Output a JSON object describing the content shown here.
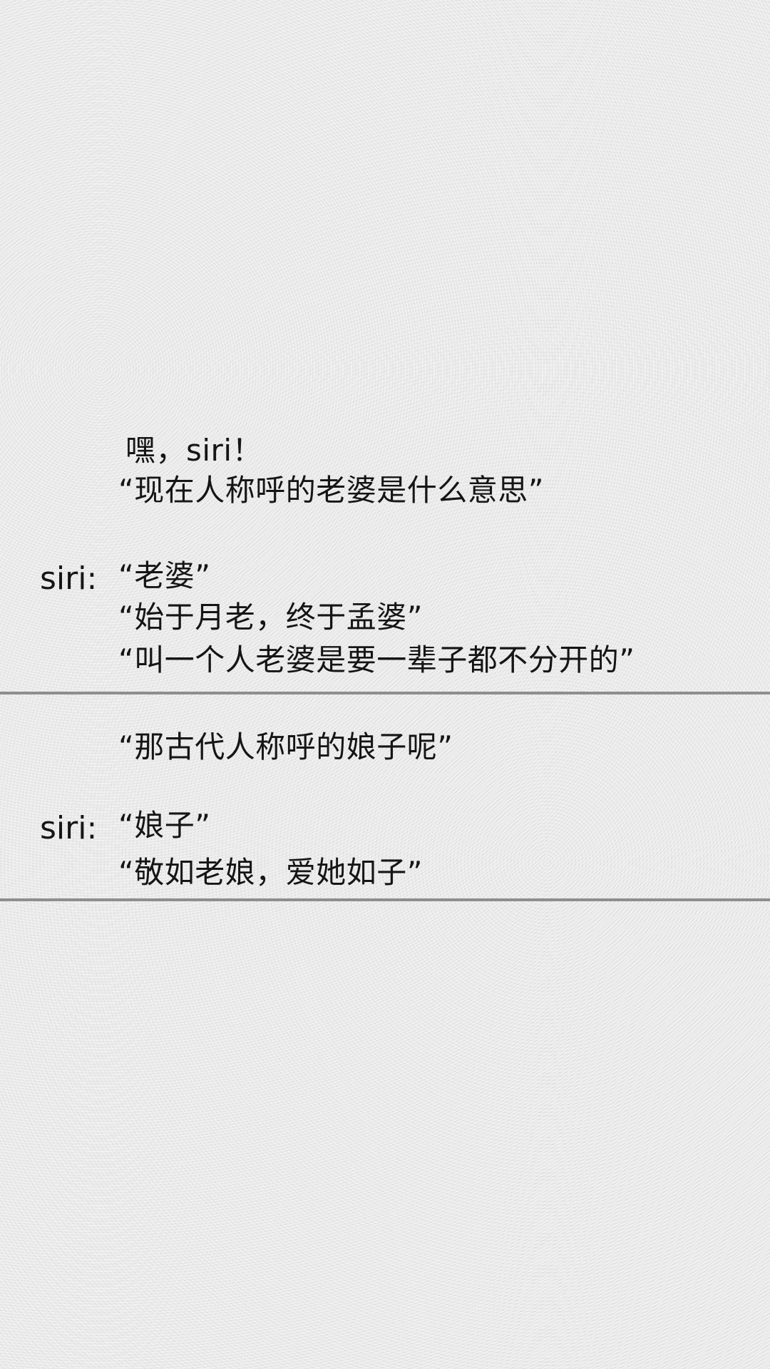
{
  "conversation": {
    "block1": {
      "user_greeting": "嘿，siri！",
      "user_question": "“现在人称呼的老婆是什么意思”",
      "siri_label": "siri:",
      "siri_lines": [
        "“老婆”",
        "“始于月老，终于孟婆”",
        "“叫一个人老婆是要一辈子都不分开的”"
      ]
    },
    "block2": {
      "user_question": "“那古代人称呼的娘子呢”",
      "siri_label": "siri:",
      "siri_lines": [
        "“娘子”",
        "“敬如老娘，爱她如子”"
      ]
    }
  }
}
